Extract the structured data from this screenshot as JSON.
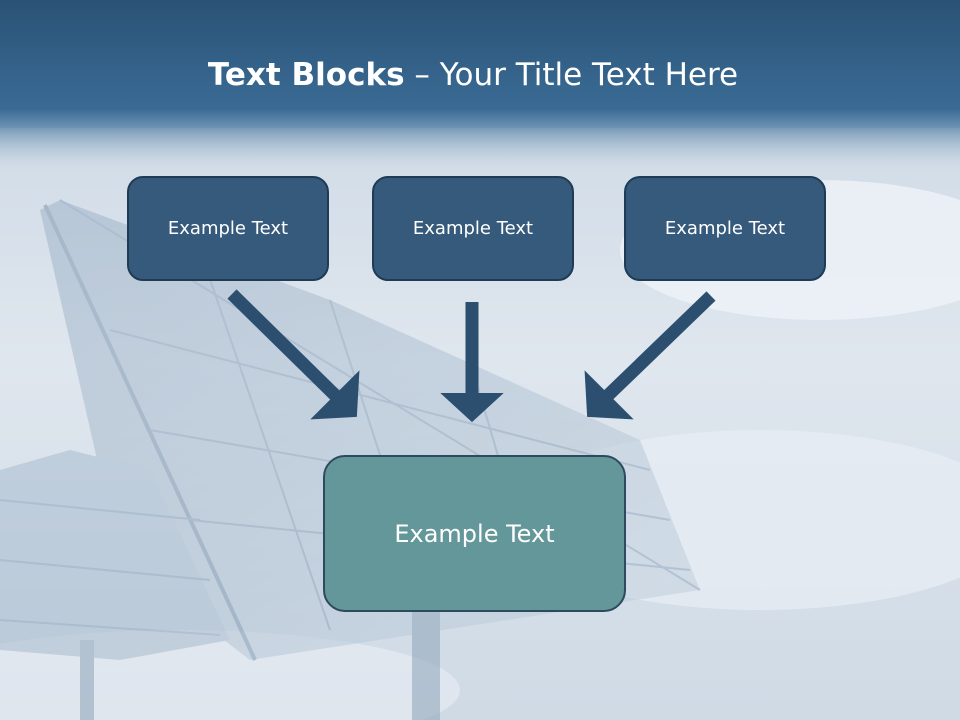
{
  "slide": {
    "title_bold": "Text Blocks",
    "title_dash": "–",
    "title_rest": "Your Title Text Here",
    "boxes": [
      {
        "label": "Example Text"
      },
      {
        "label": "Example Text"
      },
      {
        "label": "Example Text"
      }
    ],
    "result_box": {
      "label": "Example Text"
    }
  },
  "colors": {
    "header": "#2e5c86",
    "box_fill": "#355a7c",
    "result_fill": "#63979a",
    "arrow": "#2c4f70"
  },
  "background_image": "solar-panel-array-under-cloudy-sky"
}
